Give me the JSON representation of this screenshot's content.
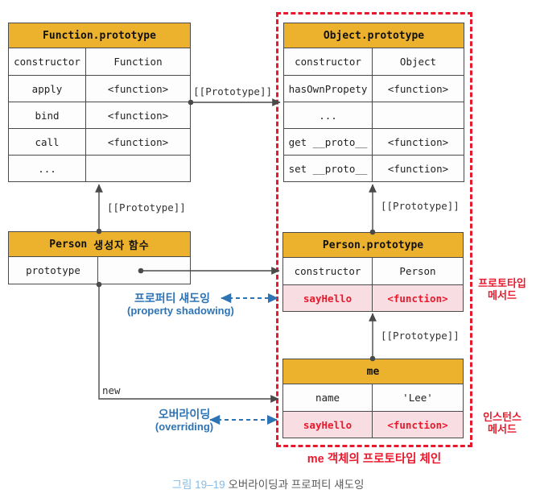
{
  "colors": {
    "header_yellow": "#ecb22d",
    "highlight_pink": "#f8dee2",
    "accent_red": "#e8192c",
    "accent_blue": "#2e74b5",
    "caption_blue": "#85bce8",
    "line_gray": "#4a4a4a"
  },
  "tables": {
    "function_prototype": {
      "title": "Function.prototype",
      "rows": [
        {
          "key": "constructor",
          "value": "Function"
        },
        {
          "key": "apply",
          "value": "<function>"
        },
        {
          "key": "bind",
          "value": "<function>"
        },
        {
          "key": "call",
          "value": "<function>"
        },
        {
          "key": "...",
          "value": ""
        }
      ]
    },
    "object_prototype": {
      "title": "Object.prototype",
      "rows": [
        {
          "key": "constructor",
          "value": "Object"
        },
        {
          "key": "hasOwnPropety",
          "value": "<function>"
        },
        {
          "key": "...",
          "value": ""
        },
        {
          "key": "get __proto__",
          "value": "<function>"
        },
        {
          "key": "set __proto__",
          "value": "<function>"
        }
      ]
    },
    "person_constructor": {
      "title_code": "Person",
      "title_ko": "생성자 함수",
      "rows": [
        {
          "key": "prototype",
          "value": ""
        }
      ]
    },
    "person_prototype": {
      "title": "Person.prototype",
      "rows": [
        {
          "key": "constructor",
          "value": "Person"
        },
        {
          "key": "sayHello",
          "value": "<function>"
        }
      ]
    },
    "me": {
      "title": "me",
      "rows": [
        {
          "key": "name",
          "value": "'Lee'"
        },
        {
          "key": "sayHello",
          "value": "<function>"
        }
      ]
    }
  },
  "labels": {
    "prototype_link": "[[Prototype]]",
    "new_keyword": "new",
    "property_shadowing_ko": "프로퍼티 섀도잉",
    "property_shadowing_en": "(property shadowing)",
    "overriding_ko": "오버라이딩",
    "overriding_en": "(overriding)",
    "prototype_method_line1": "프로토타입",
    "prototype_method_line2": "메서드",
    "instance_method_line1": "인스턴스",
    "instance_method_line2": "메서드",
    "chain_caption": "me 객체의 프로토타입 체인"
  },
  "caption": {
    "figure_number": "그림 19–19",
    "figure_title": "오버라이딩과 프로퍼티 섀도잉"
  }
}
